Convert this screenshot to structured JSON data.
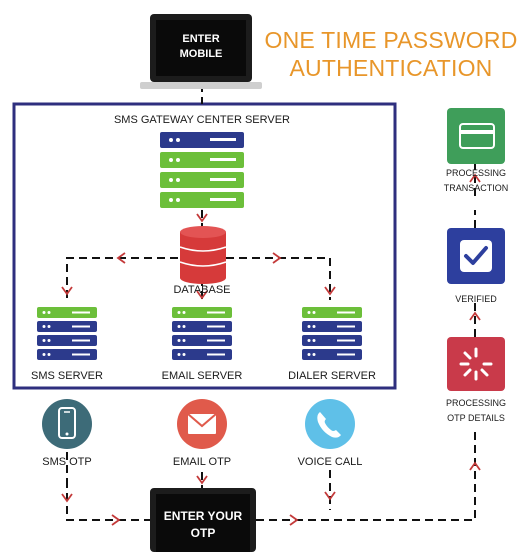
{
  "title": {
    "line1": "ONE TIME PASSWORD",
    "line2": "AUTHENTICATION"
  },
  "laptops": {
    "top": {
      "text": "ENTER\nMOBILE"
    },
    "bottom": {
      "text": "ENTER YOUR\nOTP"
    }
  },
  "gateway": {
    "label": "SMS GATEWAY CENTER SERVER"
  },
  "database": {
    "label": "DATABASE"
  },
  "servers": [
    {
      "label": "SMS SERVER"
    },
    {
      "label": "EMAIL SERVER"
    },
    {
      "label": "DIALER SERVER"
    }
  ],
  "channels": [
    {
      "label": "SMS OTP",
      "icon": "mobile-phone-icon",
      "color": "#3d6b78"
    },
    {
      "label": "EMAIL OTP",
      "icon": "envelope-icon",
      "color": "#e05a4b"
    },
    {
      "label": "VOICE CALL",
      "icon": "phone-icon",
      "color": "#5fc0e8"
    }
  ],
  "steps": [
    {
      "label": "PROCESSING OTP DETAILS",
      "line1": "PROCESSING",
      "line2": "OTP DETAILS",
      "icon": "loading-spinner-icon",
      "color": "#c93a4a"
    },
    {
      "label": "VERIFIED",
      "icon": "checkmark-icon",
      "color": "#2d3f9e"
    },
    {
      "label": "PROCESSING TRANSACTION",
      "line1": "PROCESSING",
      "line2": "TRANSACTION",
      "icon": "credit-card-icon",
      "color": "#3f9e5a"
    }
  ],
  "colors": {
    "server_box_border": "#2e2f7e",
    "arrow": "#c43a3a",
    "server_navy": "#2c3a8c",
    "server_green": "#6cbf3a",
    "database_red": "#d63a3a"
  }
}
